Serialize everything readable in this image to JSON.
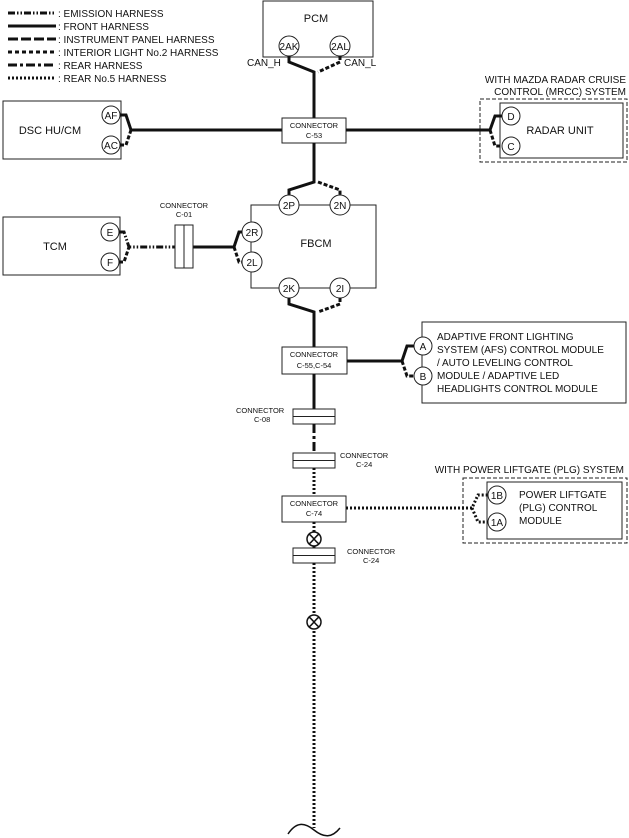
{
  "legend": [
    {
      "label": ": EMISSION HARNESS",
      "style": "emission"
    },
    {
      "label": ": FRONT HARNESS",
      "style": "front"
    },
    {
      "label": ": INSTRUMENT PANEL HARNESS",
      "style": "instrument"
    },
    {
      "label": ": INTERIOR LIGHT No.2 HARNESS",
      "style": "interior"
    },
    {
      "label": ": REAR HARNESS",
      "style": "rear"
    },
    {
      "label": ": REAR No.5 HARNESS",
      "style": "rear5"
    }
  ],
  "modules": {
    "pcm": {
      "name": "PCM",
      "pin_h": "2AK",
      "pin_l": "2AL",
      "can_h": "CAN_H",
      "can_l": "CAN_L"
    },
    "dsc": {
      "name": "DSC HU/CM",
      "pin_h": "AF",
      "pin_l": "AC"
    },
    "radar": {
      "note_line1": "WITH MAZDA RADAR CRUISE",
      "note_line2": "CONTROL (MRCC) SYSTEM",
      "name": "RADAR UNIT",
      "pin_h": "D",
      "pin_l": "C"
    },
    "fbcm": {
      "name": "FBCM",
      "pins": [
        "2P",
        "2N",
        "2R",
        "2L",
        "2K",
        "2I"
      ]
    },
    "tcm": {
      "name": "TCM",
      "pin_h": "E",
      "pin_l": "F"
    },
    "afs": {
      "lines": [
        "ADAPTIVE FRONT LIGHTING",
        "SYSTEM (AFS) CONTROL MODULE",
        "/ AUTO LEVELING CONTROL",
        "MODULE / ADAPTIVE LED",
        "HEADLIGHTS CONTROL MODULE"
      ],
      "pin_h": "A",
      "pin_l": "B"
    },
    "plg": {
      "note": "WITH POWER LIFTGATE (PLG) SYSTEM",
      "lines": [
        "POWER LIFTGATE",
        "(PLG) CONTROL",
        "MODULE"
      ],
      "pin_h": "1B",
      "pin_l": "1A"
    }
  },
  "connectors": {
    "c53": {
      "word": "CONNECTOR",
      "id": "C-53"
    },
    "c01": {
      "word": "CONNECTOR",
      "id": "C-01"
    },
    "c55": {
      "word": "CONNECTOR",
      "id": "C-55,C-54"
    },
    "c08": {
      "word": "CONNECTOR",
      "id": "C-08"
    },
    "c24a": {
      "word": "CONNECTOR",
      "id": "C-24"
    },
    "c74": {
      "word": "CONNECTOR",
      "id": "C-74"
    },
    "c24b": {
      "word": "CONNECTOR",
      "id": "C-24"
    }
  }
}
